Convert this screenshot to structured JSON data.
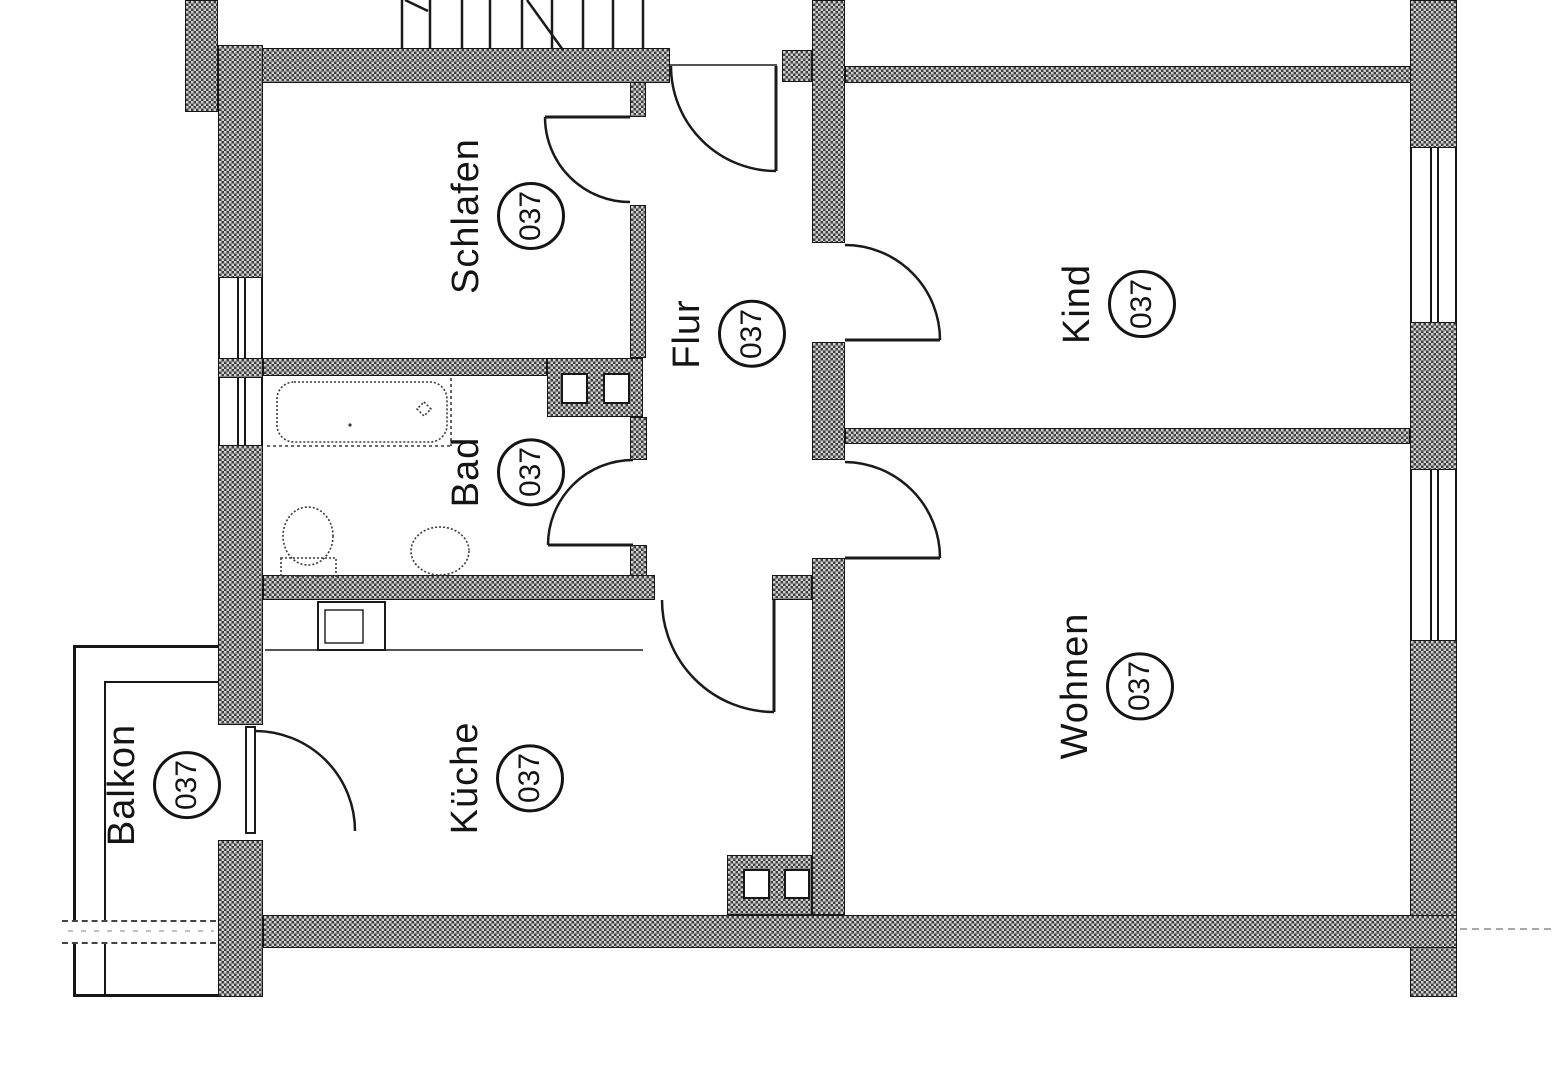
{
  "plan": {
    "type": "apartment-floor-plan",
    "unit_number": "037",
    "colors": {
      "line": "#161616",
      "wall_hatch_dark": "#3f3f3f",
      "wall_hatch_light": "#cfcfcf",
      "background": "#ffffff"
    }
  },
  "rooms": [
    {
      "id": "schlafen",
      "name": "Schlafen",
      "number": "037"
    },
    {
      "id": "flur",
      "name": "Flur",
      "number": "037"
    },
    {
      "id": "kind",
      "name": "Kind",
      "number": "037"
    },
    {
      "id": "bad",
      "name": "Bad",
      "number": "037"
    },
    {
      "id": "kueche",
      "name": "Küche",
      "number": "037"
    },
    {
      "id": "wohnen",
      "name": "Wohnen",
      "number": "037"
    },
    {
      "id": "balkon",
      "name": "Balkon",
      "number": "037"
    }
  ]
}
